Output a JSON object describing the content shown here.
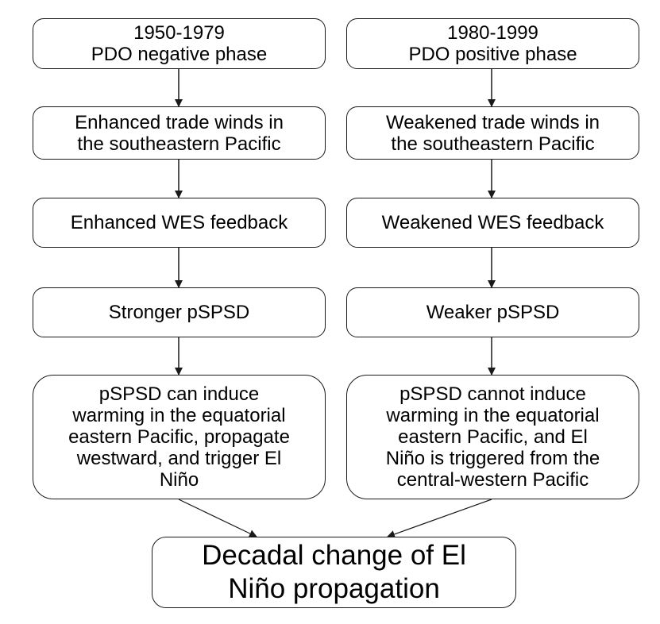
{
  "left_column": {
    "box1": {
      "line1": "1950-1979",
      "line2": "PDO negative phase"
    },
    "box2": {
      "line1": "Enhanced trade winds in",
      "line2": "the southeastern Pacific"
    },
    "box3": {
      "line1": "Enhanced WES feedback"
    },
    "box4": {
      "line1": "Stronger pSPSD"
    },
    "box5": {
      "line1": "pSPSD can induce",
      "line2": "warming in the equatorial",
      "line3": "eastern Pacific, propagate",
      "line4": "westward, and trigger El",
      "line5": "Niño"
    }
  },
  "right_column": {
    "box1": {
      "line1": "1980-1999",
      "line2": "PDO positive phase"
    },
    "box2": {
      "line1": "Weakened trade winds in",
      "line2": "the southeastern Pacific"
    },
    "box3": {
      "line1": "Weakened WES feedback"
    },
    "box4": {
      "line1": "Weaker pSPSD"
    },
    "box5": {
      "line1": "pSPSD cannot induce",
      "line2": "warming in the equatorial",
      "line3": "eastern Pacific, and El",
      "line4": "Niño is triggered from the",
      "line5": "central-western Pacific"
    }
  },
  "bottom_box": {
    "line1": "Decadal change of El",
    "line2": "Niño propagation"
  },
  "colors": {
    "line": "#1a1a1a",
    "background": "#ffffff"
  }
}
